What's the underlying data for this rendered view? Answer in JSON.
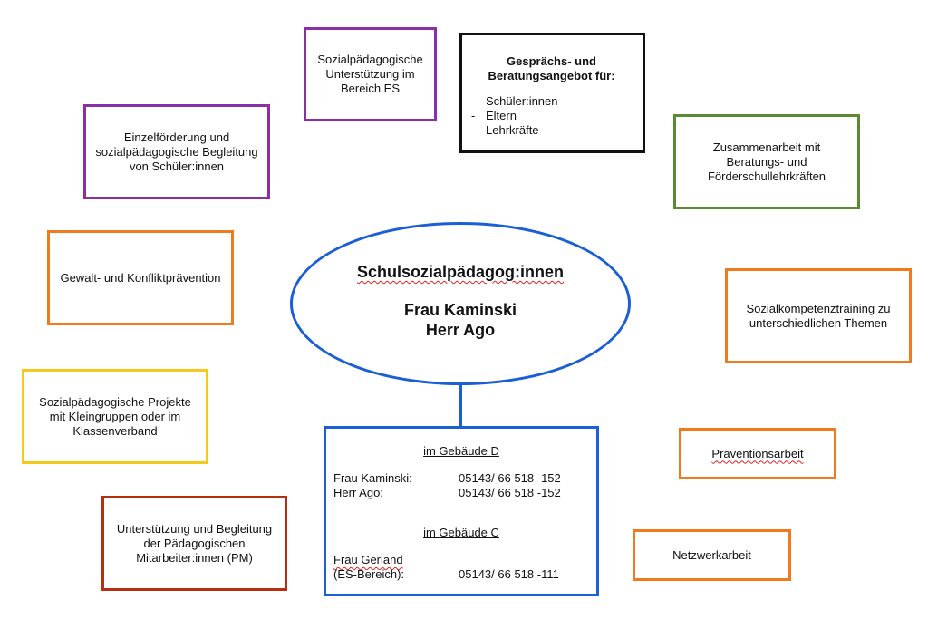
{
  "center": {
    "title": "Schulsozialpädagog:innen",
    "names": [
      "Frau Kaminski",
      "Herr Ago"
    ]
  },
  "boxes": {
    "es_support": "Sozialpädagogische Unterstützung im Bereich ES",
    "individual": "Einzelförderung und sozialpädagogische Begleitung von Schüler:innen",
    "violence": "Gewalt- und Konfliktprävention",
    "projects": "Sozialpädagogische Projekte mit Kleingruppen oder im Klassenverband",
    "pm_support": "Unterstützung und Begleitung der Pädagogischen Mitarbeiter:innen (PM)",
    "cooperation": "Zusammenarbeit mit Beratungs- und Förderschullehrkräften",
    "social_training": "Sozialkompetenztraining zu unterschiedlichen Themen",
    "prevention": "Präventionsarbeit",
    "network": "Netzwerkarbeit"
  },
  "counseling": {
    "heading": "Gesprächs- und Beratungsangebot für:",
    "items": [
      "Schüler:innen",
      "Eltern",
      "Lehrkräfte"
    ]
  },
  "contact": {
    "building_d": "im Gebäude D",
    "d_rows": [
      {
        "name": "Frau Kaminski:",
        "phone": "05143/ 66 518 -152"
      },
      {
        "name": "Herr Ago:",
        "phone": "05143/ 66 518 -152"
      }
    ],
    "building_c": "im Gebäude C",
    "c_name_line1": "Frau Gerland",
    "c_name_line2": "(ES-Bereich):",
    "c_phone": "05143/ 66 518 -111"
  }
}
